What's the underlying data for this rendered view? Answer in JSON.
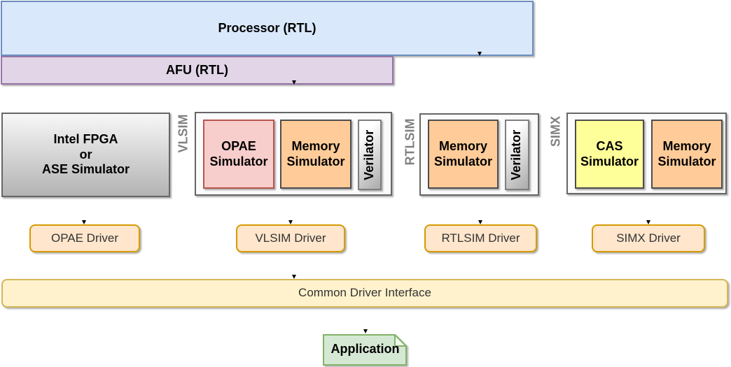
{
  "processor": {
    "label": "Processor (RTL)"
  },
  "afu": {
    "label": "AFU (RTL)"
  },
  "ase": {
    "label": "Intel FPGA\nor\nASE Simulator"
  },
  "vlsim": {
    "side_label": "VLSIM",
    "opae_sim": "OPAE\nSimulator",
    "memory_sim": "Memory\nSimulator",
    "verilator": "Verilator"
  },
  "rtlsim": {
    "side_label": "RTLSIM",
    "memory_sim": "Memory\nSimulator",
    "verilator": "Verilator"
  },
  "simx": {
    "side_label": "SIMX",
    "cas_sim": "CAS\nSimulator",
    "memory_sim": "Memory\nSimulator"
  },
  "drivers": {
    "opae": "OPAE Driver",
    "vlsim": "VLSIM Driver",
    "rtlsim": "RTLSIM Driver",
    "simx": "SIMX Driver"
  },
  "cdi": {
    "label": "Common Driver Interface"
  },
  "application": {
    "label": "Application"
  },
  "colors": {
    "processor_fill": "#dae8fc",
    "processor_stroke": "#6c8ebf",
    "afu_fill": "#e1d5e7",
    "afu_stroke": "#9673a6",
    "gray_gradient_stroke": "#666666",
    "opae_sim_fill": "#f8cecc",
    "opae_sim_stroke": "#b85450",
    "memory_fill": "#ffcc99",
    "cas_fill": "#ffff99",
    "driver_fill": "#ffe6cc",
    "driver_stroke": "#d79b00",
    "cdi_fill": "#fff2cc",
    "cdi_stroke": "#d6b656",
    "application_fill": "#d5e8d4",
    "application_stroke": "#82b366",
    "side_label_color": "#808080"
  }
}
